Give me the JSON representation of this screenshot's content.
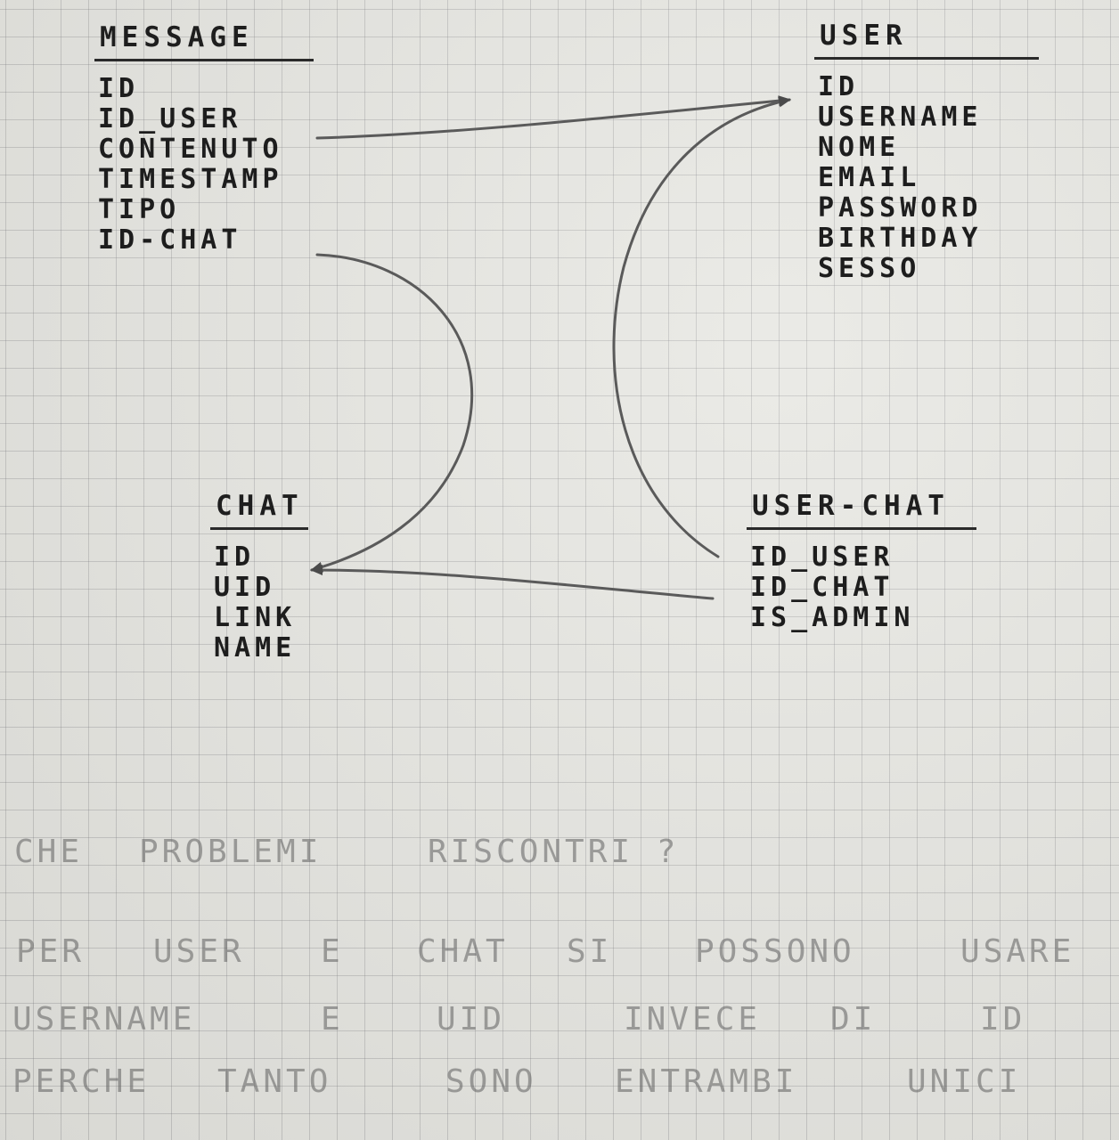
{
  "entities": {
    "message": {
      "title": "MESSAGE",
      "fields": [
        "ID",
        "ID_USER",
        "CONTENUTO",
        "TIMESTAMP",
        "TIPO",
        "ID-CHAT"
      ]
    },
    "user": {
      "title": "USER",
      "fields": [
        "ID",
        "USERNAME",
        "NOME",
        "EMAIL",
        "PASSWORD",
        "BIRTHDAY",
        "SESSO"
      ]
    },
    "chat": {
      "title": "CHAT",
      "fields": [
        "ID",
        "UID",
        "LINK",
        "NAME"
      ]
    },
    "user_chat": {
      "title": "USER-CHAT",
      "fields": [
        "ID_USER",
        "ID_CHAT",
        "IS_ADMIN"
      ]
    }
  },
  "notes": {
    "question": [
      "CHE",
      "PROBLEMI",
      "RISCONTRI ?"
    ],
    "line1": [
      "PER",
      "USER",
      "E",
      "CHAT",
      "SI",
      "POSSONO",
      "USARE"
    ],
    "line2": [
      "USERNAME",
      "E",
      "UID",
      "INVECE",
      "DI",
      "ID"
    ],
    "line3": [
      "PERCHE",
      "TANTO",
      "SONO",
      "ENTRAMBI",
      "UNICI"
    ]
  }
}
